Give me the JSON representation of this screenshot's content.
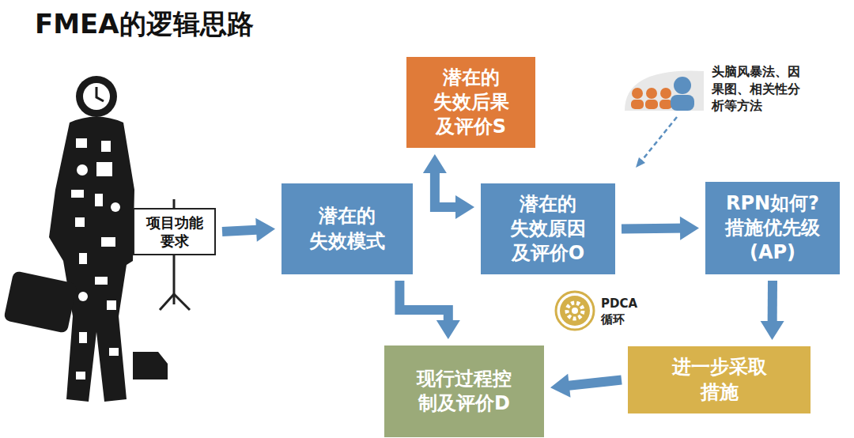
{
  "diagram": {
    "title": "FMEA的逻辑思路",
    "nodes": [
      {
        "text": [
          "项目功能 要求"
        ]
      },
      {
        "text": [
          "潜在的 失效模式"
        ]
      },
      {
        "text": [
          "潜在的 失效后果 及评价S"
        ]
      },
      {
        "text": [
          "潜在的 失效原因 及评价O"
        ]
      },
      {
        "text": [
          "RPN如何? 措施优先级 (AP)"
        ]
      },
      {
        "text": [
          "进一步采取 措施"
        ]
      },
      {
        "text": [
          "现行过程控 制及评价D"
        ]
      }
    ],
    "edges": [
      {
        "from": 0,
        "to": 1,
        "arrow": "to"
      },
      {
        "from": 2,
        "to": 3,
        "arrow": "both"
      },
      {
        "from": 1,
        "to": 6,
        "arrow": "to"
      },
      {
        "from": 3,
        "to": 4,
        "arrow": "to"
      },
      {
        "from": 4,
        "to": 5,
        "arrow": "to"
      },
      {
        "from": 5,
        "to": 6,
        "arrow": "to"
      }
    ],
    "labels": [
      "头脑风暴法、因 果图、相关性分 析等方法",
      "PDCA 循环"
    ]
  }
}
